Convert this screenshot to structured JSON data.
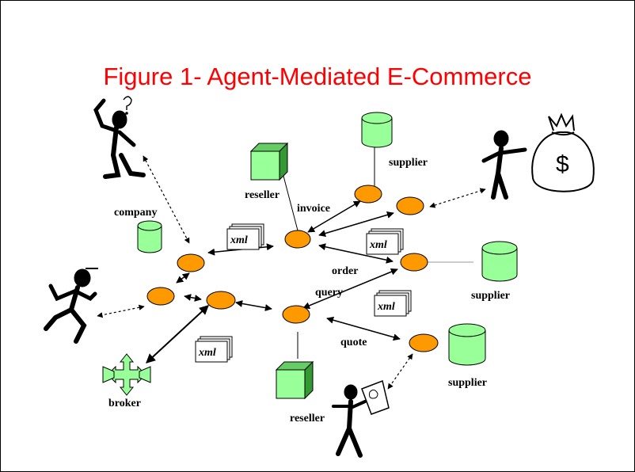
{
  "title": "Figure 1- Agent-Mediated E-Commerce",
  "labels": {
    "company": "company",
    "reseller_top": "reseller",
    "supplier_top": "supplier",
    "invoice": "invoice",
    "order": "order",
    "query": "query",
    "supplier_right": "supplier",
    "quote": "quote",
    "supplier_bottom": "supplier",
    "reseller_bottom": "reseller",
    "broker": "broker"
  },
  "xml_tag": "xml",
  "colors": {
    "title": "#ff0000",
    "agent": "#ff9900",
    "database": "#99ff99",
    "background": "#ffffff"
  },
  "icons": [
    "thinking-person-icon",
    "running-person-icon",
    "person-with-money-bag-icon",
    "person-with-map-icon",
    "broker-cross-icon",
    "database-cylinder-icon",
    "reseller-cube-icon",
    "xml-document-icon"
  ]
}
